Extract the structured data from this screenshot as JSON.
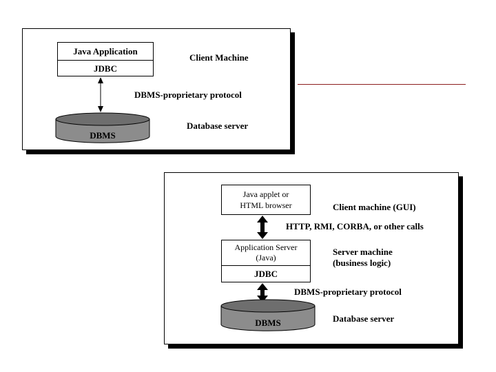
{
  "two_tier": {
    "app_label": "Java Application",
    "jdbc_label": "JDBC",
    "client_label": "Client Machine",
    "protocol_label": "DBMS-proprietary protocol",
    "dbms_label": "DBMS",
    "server_label": "Database server"
  },
  "three_tier": {
    "client_box_line1": "Java applet or",
    "client_box_line2": "HTML browser",
    "client_label": "Client machine (GUI)",
    "calls_label": "HTTP, RMI, CORBA, or other calls",
    "appserver_line1": "Application Server",
    "appserver_line2": "(Java)",
    "jdbc_label": "JDBC",
    "server_label_line1": "Server machine",
    "server_label_line2": "(business logic)",
    "protocol_label": "DBMS-proprietary protocol",
    "dbms_label": "DBMS",
    "dbserver_label": "Database server"
  },
  "colors": {
    "db_fill": "#8c8c8c",
    "db_top": "#6e6e6e",
    "separator": "#8b1c1c"
  }
}
